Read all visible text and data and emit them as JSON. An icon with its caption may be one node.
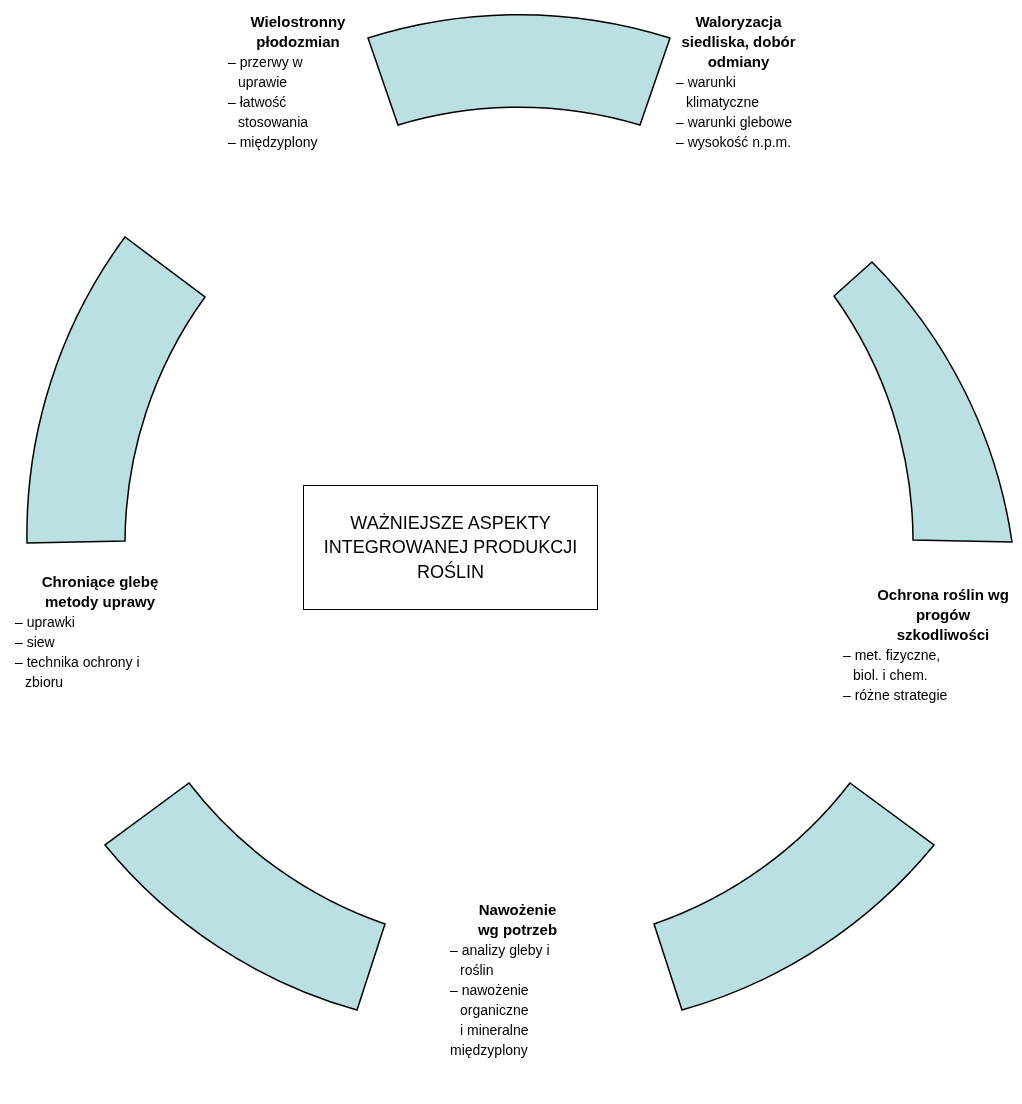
{
  "diagram": {
    "nodes": [
      {
        "text": [
          "WAŻNIEJSZE ASPEKTY INTEGROWANEJ PRODUKCJI ROŚLIN"
        ]
      }
    ],
    "labels": [
      "Wielostronny płodozmian",
      "– przerwy w uprawie",
      "– łatwość stosowania",
      "– międzyplony",
      "Waloryzacja siedliska, dobór odmiany",
      "– warunki klimatyczne",
      "– warunki glebowe",
      "– wysokość n.p.m.",
      "Chroniące glebę metody uprawy",
      "– uprawki",
      "– siew",
      "– technika ochrony i zbioru",
      "Ochrona roślin wg progów szkodliwości",
      "– met. fizyczne, biol. i chem.",
      "– różne strategie",
      "Nawożenie wg potrzeb",
      "– analizy gleby i roślin",
      "– nawożenie organiczne i mineralne",
      "międzyplony"
    ]
  }
}
